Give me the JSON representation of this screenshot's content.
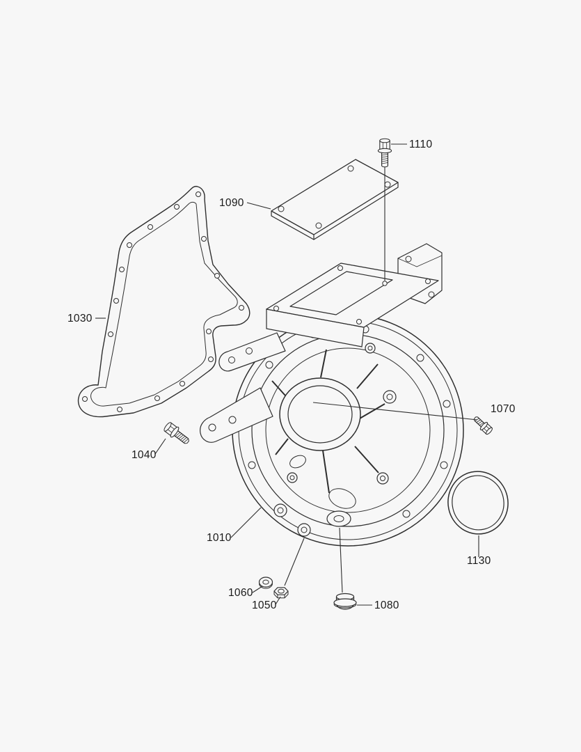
{
  "colors": {
    "background": "#f7f7f7",
    "ink": "#2e2e2e",
    "label_text": "#1a1a1a"
  },
  "callouts": [
    {
      "part_no": "1110"
    },
    {
      "part_no": "1090"
    },
    {
      "part_no": "1030"
    },
    {
      "part_no": "1040"
    },
    {
      "part_no": "1070"
    },
    {
      "part_no": "1010"
    },
    {
      "part_no": "1130"
    },
    {
      "part_no": "1060"
    },
    {
      "part_no": "1050"
    },
    {
      "part_no": "1080"
    }
  ]
}
